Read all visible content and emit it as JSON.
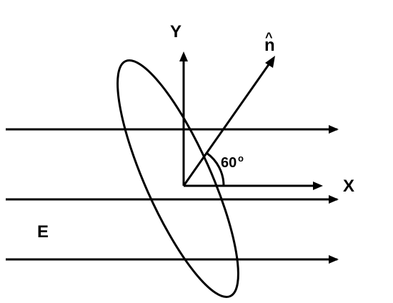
{
  "labels": {
    "y_axis": "Y",
    "x_axis": "X",
    "normal": "n",
    "normal_hat": "^",
    "angle": "60",
    "angle_unit": "o",
    "field": "E"
  },
  "colors": {
    "stroke": "#000000",
    "background": "#ffffff"
  }
}
